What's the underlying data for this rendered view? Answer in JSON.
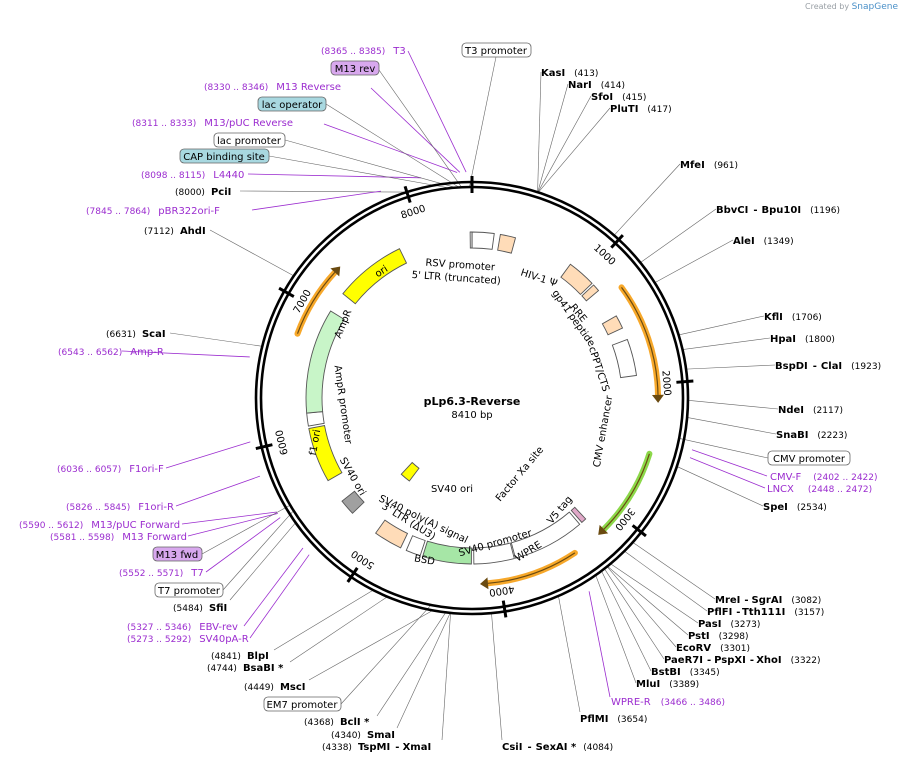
{
  "brand": {
    "prefix": "Created by",
    "name": "SnapGene"
  },
  "plasmid": {
    "name": "pLp6.3-Reverse",
    "size_label": "8410 bp",
    "length": 8410
  },
  "ruler": [
    "1000",
    "2000",
    "3000",
    "4000",
    "5000",
    "6000",
    "7000",
    "8000"
  ],
  "features": [
    {
      "label": "RSV promoter",
      "start": 8395,
      "end": 8410,
      "color": "#ffffff"
    },
    {
      "label": "5' LTR (truncated)",
      "start": 1,
      "end": 180,
      "color": "#ffffff"
    },
    {
      "label": "HIV-1 Ψ",
      "start": 230,
      "end": 355,
      "color": "#ffdcb8"
    },
    {
      "label": "RRE",
      "start": 849,
      "end": 1082,
      "color": "#ffdcb8"
    },
    {
      "label": "gp41 peptide",
      "start": 1100,
      "end": 1160,
      "color": "#ffdcb8"
    },
    {
      "label": "cPPT/CTS",
      "start": 1410,
      "end": 1520,
      "color": "#ffdcb8"
    },
    {
      "label": "CMV enhancer",
      "start": 1620,
      "end": 1920,
      "color": "#ffffff"
    },
    {
      "label": "V5 tag",
      "start": 3195,
      "end": 3237,
      "color": "#e0a8c8"
    },
    {
      "label": "WPRE",
      "start": 3260,
      "end": 3850,
      "color": "#ffffff"
    },
    {
      "label": "SV40 promoter",
      "start": 3860,
      "end": 4190,
      "color": "#ffffff"
    },
    {
      "label": "BSD",
      "start": 4210,
      "end": 4609,
      "color": "#a6e6a6"
    },
    {
      "label": "SV40 poly(A) signal",
      "start": 4630,
      "end": 4750,
      "color": "#ffffff"
    },
    {
      "label": "3' LTR (ΔU3)",
      "start": 4800,
      "end": 5034,
      "color": "#ffdcb8"
    },
    {
      "label": "SV40 ori",
      "start": 5070,
      "end": 5206,
      "color": "#ffff00"
    },
    {
      "label": "Factor Xa site",
      "start": 4180,
      "end": 4195,
      "color": "#ffffff"
    },
    {
      "label": "SV40 ori",
      "start": 5280,
      "end": 5410,
      "color": "#a0a0a0"
    },
    {
      "label": "f1 ori",
      "start": 5610,
      "end": 6060,
      "color": "#ffff00"
    },
    {
      "label": "AmpR promoter",
      "start": 6080,
      "end": 6185,
      "color": "#ffffff"
    },
    {
      "label": "AmpR",
      "start": 6186,
      "end": 7046,
      "color": "#c8f5c8"
    },
    {
      "label": "ori",
      "start": 7217,
      "end": 7805,
      "color": "#ffff00"
    }
  ],
  "arcs": [
    {
      "start": 1250,
      "end": 2080,
      "color": "#f7a82a"
    },
    {
      "start": 2510,
      "end": 3150,
      "color": "#8cd84a"
    },
    {
      "start": 3420,
      "end": 4090,
      "color": "#f7a82a"
    },
    {
      "start": 6780,
      "end": 7300,
      "color": "#f7a82a"
    }
  ],
  "enzymes": [
    {
      "name": "KasI",
      "pos": "(413)"
    },
    {
      "name": "NarI",
      "pos": "(414)"
    },
    {
      "name": "SfoI",
      "pos": "(415)"
    },
    {
      "name": "PluTI",
      "pos": "(417)"
    },
    {
      "name": "MfeI",
      "pos": "(961)"
    },
    {
      "name": "BbvCI",
      "sep": "-",
      "name2": "Bpu10I",
      "pos": "(1196)"
    },
    {
      "name": "AleI",
      "pos": "(1349)"
    },
    {
      "name": "KflI",
      "pos": "(1706)"
    },
    {
      "name": "HpaI",
      "pos": "(1800)"
    },
    {
      "name": "BspDI",
      "sep": "-",
      "name2": "ClaI",
      "pos": "(1923)"
    },
    {
      "name": "NdeI",
      "pos": "(2117)"
    },
    {
      "name": "SnaBI",
      "pos": "(2223)"
    },
    {
      "name": "SpeI",
      "pos": "(2534)"
    },
    {
      "name": "MreI",
      "sep": "-",
      "name2": "SgrAI",
      "pos": "(3082)"
    },
    {
      "name": "PflFI",
      "sep": "-",
      "name2": "Tth111I",
      "pos": "(3157)"
    },
    {
      "name": "PasI",
      "pos": "(3273)"
    },
    {
      "name": "PstI",
      "pos": "(3298)"
    },
    {
      "name": "EcoRV",
      "pos": "(3301)"
    },
    {
      "name": "PaeR7I",
      "sep": "-",
      "name2": "PspXI",
      "sep2": "-",
      "name3": "XhoI",
      "pos": "(3322)"
    },
    {
      "name": "BstBI",
      "pos": "(3345)"
    },
    {
      "name": "MluI",
      "pos": "(3389)"
    },
    {
      "name": "PflMI",
      "pos": "(3654)"
    },
    {
      "name": "CsiI",
      "sep": "-",
      "name2": "SexAI *",
      "pos": "(4084)"
    },
    {
      "name": "TspMI",
      "sep": "-",
      "name2": "XmaI",
      "pos": "(4338)"
    },
    {
      "name": "SmaI",
      "pos": "(4340)"
    },
    {
      "name": "BclI *",
      "pos": "(4368)"
    },
    {
      "name": "MscI",
      "pos": "(4449)"
    },
    {
      "name": "BsaBI *",
      "pos": "(4744)"
    },
    {
      "name": "BlpI",
      "pos": "(4841)"
    },
    {
      "name": "SfiI",
      "pos": "(5484)"
    },
    {
      "name": "ScaI",
      "pos": "(6631)"
    },
    {
      "name": "AhdI",
      "pos": "(7112)"
    },
    {
      "name": "PciI",
      "pos": "(8000)"
    }
  ],
  "primers": [
    {
      "label": "T3",
      "range": "(8365 .. 8385)"
    },
    {
      "label": "M13 Reverse",
      "range": "(8330 .. 8346)"
    },
    {
      "label": "M13/pUC Reverse",
      "range": "(8311 .. 8333)"
    },
    {
      "label": "L4440",
      "range": "(8098 .. 8115)"
    },
    {
      "label": "pBR322ori-F",
      "range": "(7845 .. 7864)"
    },
    {
      "label": "Amp-R",
      "range": "(6543 .. 6562)"
    },
    {
      "label": "F1ori-F",
      "range": "(6036 .. 6057)"
    },
    {
      "label": "F1ori-R",
      "range": "(5826 .. 5845)"
    },
    {
      "label": "M13/pUC Forward",
      "range": "(5590 .. 5612)"
    },
    {
      "label": "M13 Forward",
      "range": "(5581 .. 5598)"
    },
    {
      "label": "T7",
      "range": "(5552 .. 5571)"
    },
    {
      "label": "EBV-rev",
      "range": "(5327 .. 5346)"
    },
    {
      "label": "SV40pA-R",
      "range": "(5273 .. 5292)"
    },
    {
      "label": "WPRE-R",
      "range": "(3466 .. 3486)"
    },
    {
      "label": "CMV-F",
      "range": "(2402 .. 2422)"
    },
    {
      "label": "LNCX",
      "range": "(2448 .. 2472)"
    }
  ],
  "boxes": [
    {
      "label": "T3 promoter",
      "style": "white"
    },
    {
      "label": "M13 rev",
      "style": "purple"
    },
    {
      "label": "lac operator",
      "style": "teal"
    },
    {
      "label": "lac promoter",
      "style": "white"
    },
    {
      "label": "CAP binding site",
      "style": "teal"
    },
    {
      "label": "CMV promoter",
      "style": "white"
    },
    {
      "label": "M13 fwd",
      "style": "purple"
    },
    {
      "label": "T7 promoter",
      "style": "white"
    },
    {
      "label": "EM7 promoter",
      "style": "white"
    }
  ]
}
